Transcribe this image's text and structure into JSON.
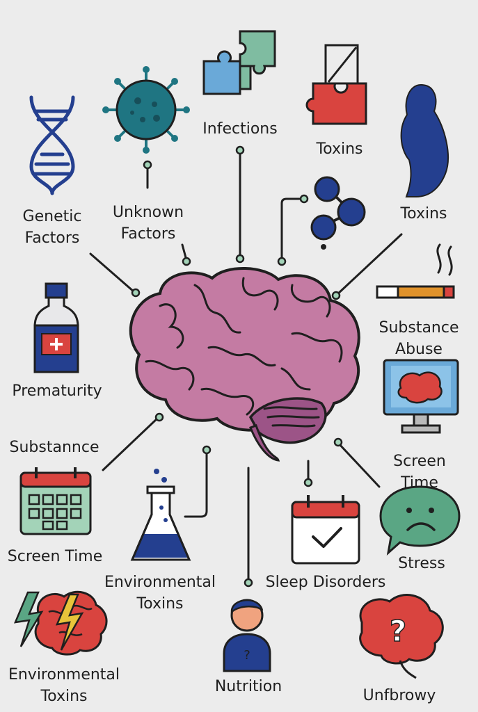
{
  "labels": {
    "genetic": "Genetic\nFactors",
    "unknown": "Unknown\nFactors",
    "infections": "Infections",
    "toxins_top": "Toxins",
    "toxins_right": "Toxins",
    "substance_abuse": "Substance\nAbuse",
    "prematurity": "Prematurity",
    "screen_time_right": "Screen Time",
    "substance_left": "Substannce",
    "screen_time_left": "Screen Time",
    "env_toxins_center": "Environmental\nToxins",
    "sleep_disorders": "Sleep Disorders",
    "stress": "Stress",
    "env_toxins_bottom": "Environmental\nToxins",
    "nutrition": "Nutrition",
    "unknown_bottom": "Unfbrowy"
  },
  "icons": {
    "dna": "dna-icon",
    "virus": "virus-icon",
    "puzzle": "puzzle-icon",
    "broken_puzzle": "broken-puzzle-icon",
    "pregnant": "pregnant-silhouette-icon",
    "molecule": "molecule-icon",
    "bottle": "medicine-bottle-icon",
    "cigarette": "cigarette-icon",
    "monitor": "monitor-brain-icon",
    "calendar": "calendar-grid-icon",
    "flask": "flask-icon",
    "sleep": "calendar-check-icon",
    "speech": "sad-speech-bubble-icon",
    "lightning": "lightning-brain-icon",
    "person": "person-question-icon",
    "question_brain": "question-brain-icon"
  },
  "colors": {
    "background": "#ececec",
    "brain": "#c47ba3",
    "cerebellum": "#9c5487",
    "navy": "#243f8f",
    "teal": "#1f7582",
    "green": "#7fbca1",
    "red": "#d9443f",
    "orange": "#e0922b",
    "connector": "#1f1f1f"
  }
}
